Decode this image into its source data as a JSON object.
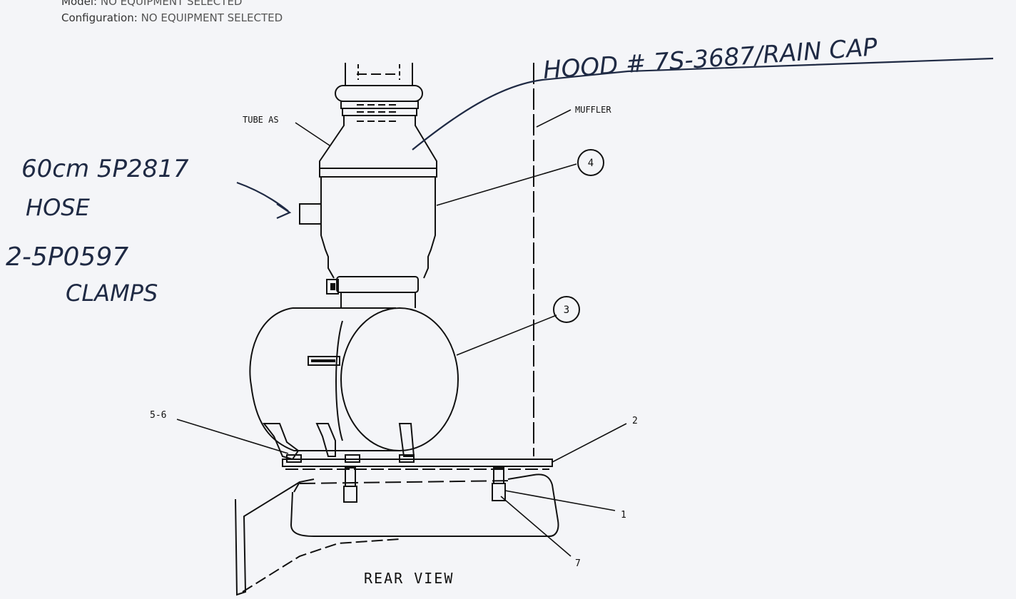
{
  "header": {
    "model_label": "Model:",
    "model_value": "NO EQUIPMENT SELECTED",
    "configuration_label": "Configuration:",
    "configuration_value": "NO EQUIPMENT SELECTED"
  },
  "handwritten": {
    "hood": "HOOD # 7S-3687/RAIN CAP",
    "hose_line1": "60cm 5P2817",
    "hose_line2": "HOSE",
    "clamps_line1": "2-5P0597",
    "clamps_line2": "CLAMPS"
  },
  "labels": {
    "tube_as": "TUBE AS",
    "muffler": "MUFFLER",
    "callout_4": "4",
    "callout_3": "3",
    "item_5_6": "5-6",
    "item_2": "2",
    "item_1": "1",
    "item_7": "7",
    "view_title": "REAR VIEW"
  }
}
